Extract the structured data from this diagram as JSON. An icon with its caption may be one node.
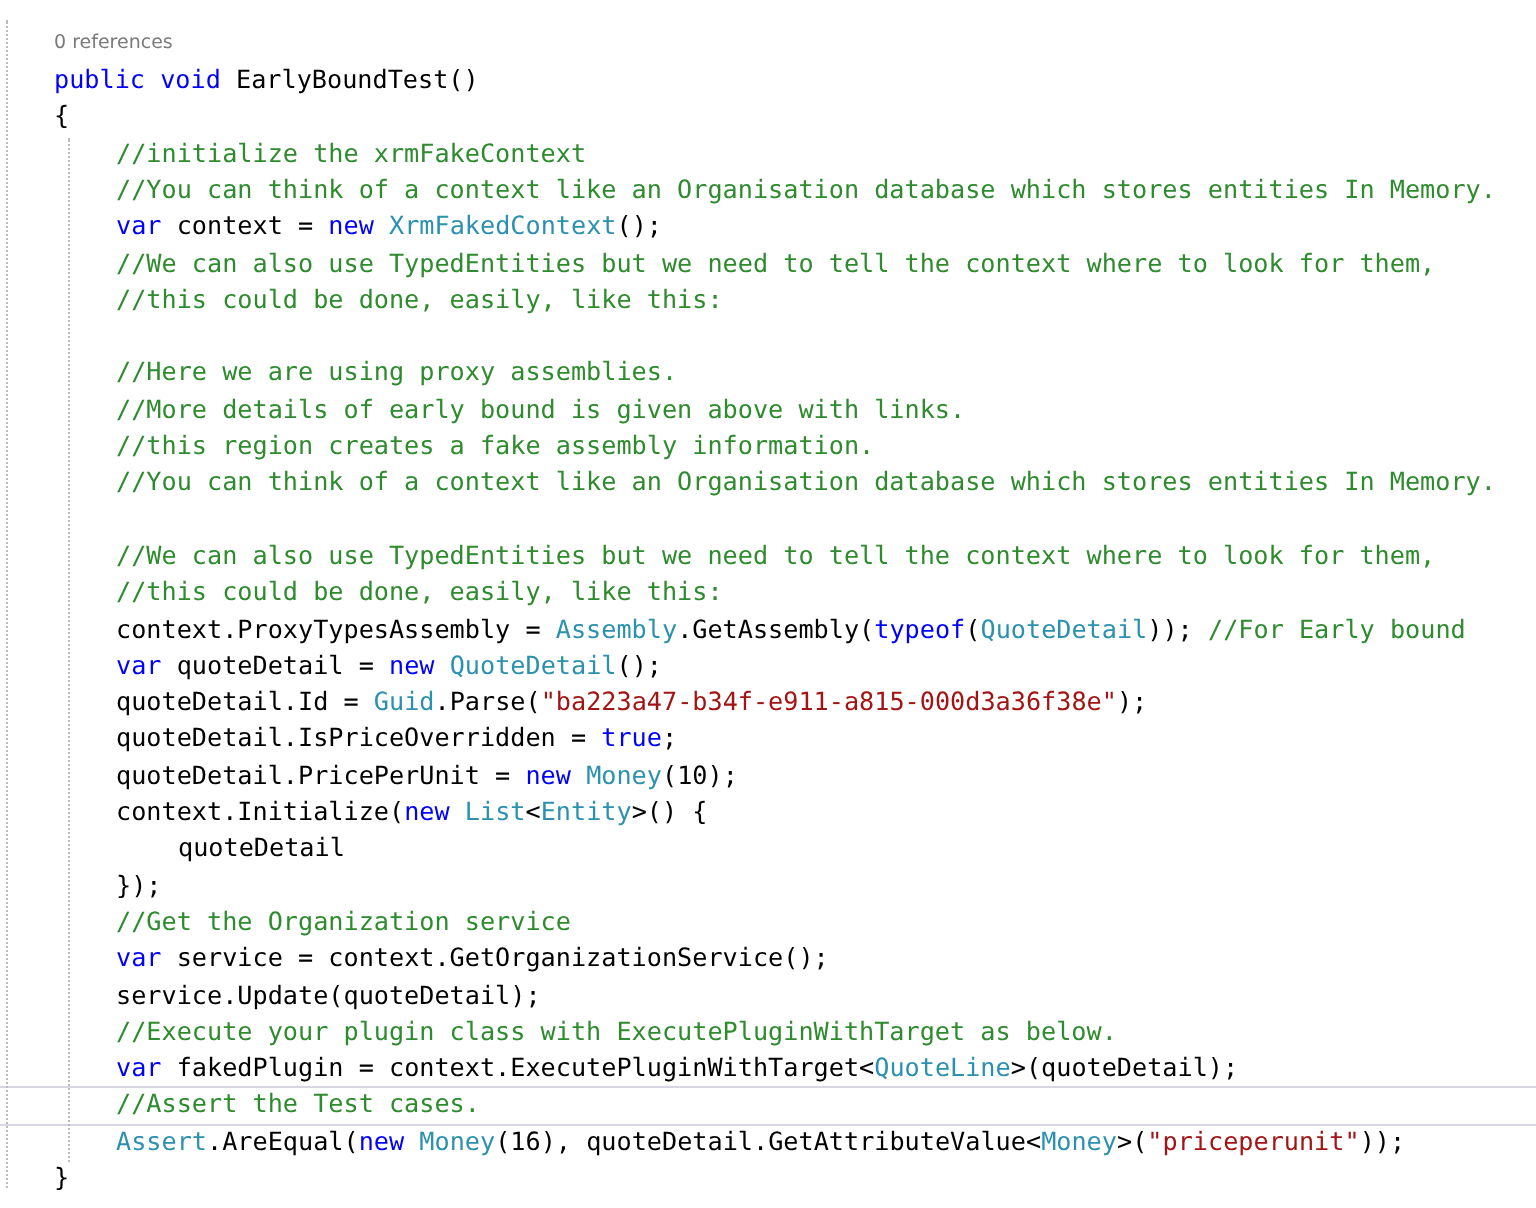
{
  "diagram": {
    "labels": [
      "0 references",
      "public void EarlyBoundTest()",
      "{",
      "//initialize the xrmFakeContext",
      "//You can think of a context like an Organisation database which stores entities In Memory.",
      "var context = new XrmFakedContext();",
      "//We can also use TypedEntities but we need to tell the context where to look for them,",
      "//this could be done, easily, like this:",
      "//Here we are using proxy assemblies.",
      "//More details of early bound is given above with links.",
      "//this region creates a fake assembly information.",
      "//You can think of a context like an Organisation database which stores entities In Memory.",
      "//We can also use TypedEntities but we need to tell the context where to look for them,",
      "//this could be done, easily, like this:",
      "context.ProxyTypesAssembly = Assembly.GetAssembly(typeof(QuoteDetail)); //For Early bound",
      "var quoteDetail = new QuoteDetail();",
      "quoteDetail.Id = Guid.Parse(\"ba223a47-b34f-e911-a815-000d3a36f38e\");",
      "quoteDetail.IsPriceOverridden = true;",
      "quoteDetail.PricePerUnit = new Money(10);",
      "context.Initialize(new List<Entity>() {",
      "quoteDetail",
      "});",
      "//Get the Organization service",
      "var service = context.GetOrganizationService();",
      "service.Update(quoteDetail);",
      "//Execute your plugin class with ExecutePluginWithTarget as below.",
      "var fakedPlugin = context.ExecutePluginWithTarget<QuoteLine>(quoteDetail);",
      "//Assert the Test cases.",
      "Assert.AreEqual(new Money(16), quoteDetail.GetAttributeValue<Money>(\"priceperunit\"));",
      "}"
    ]
  }
}
